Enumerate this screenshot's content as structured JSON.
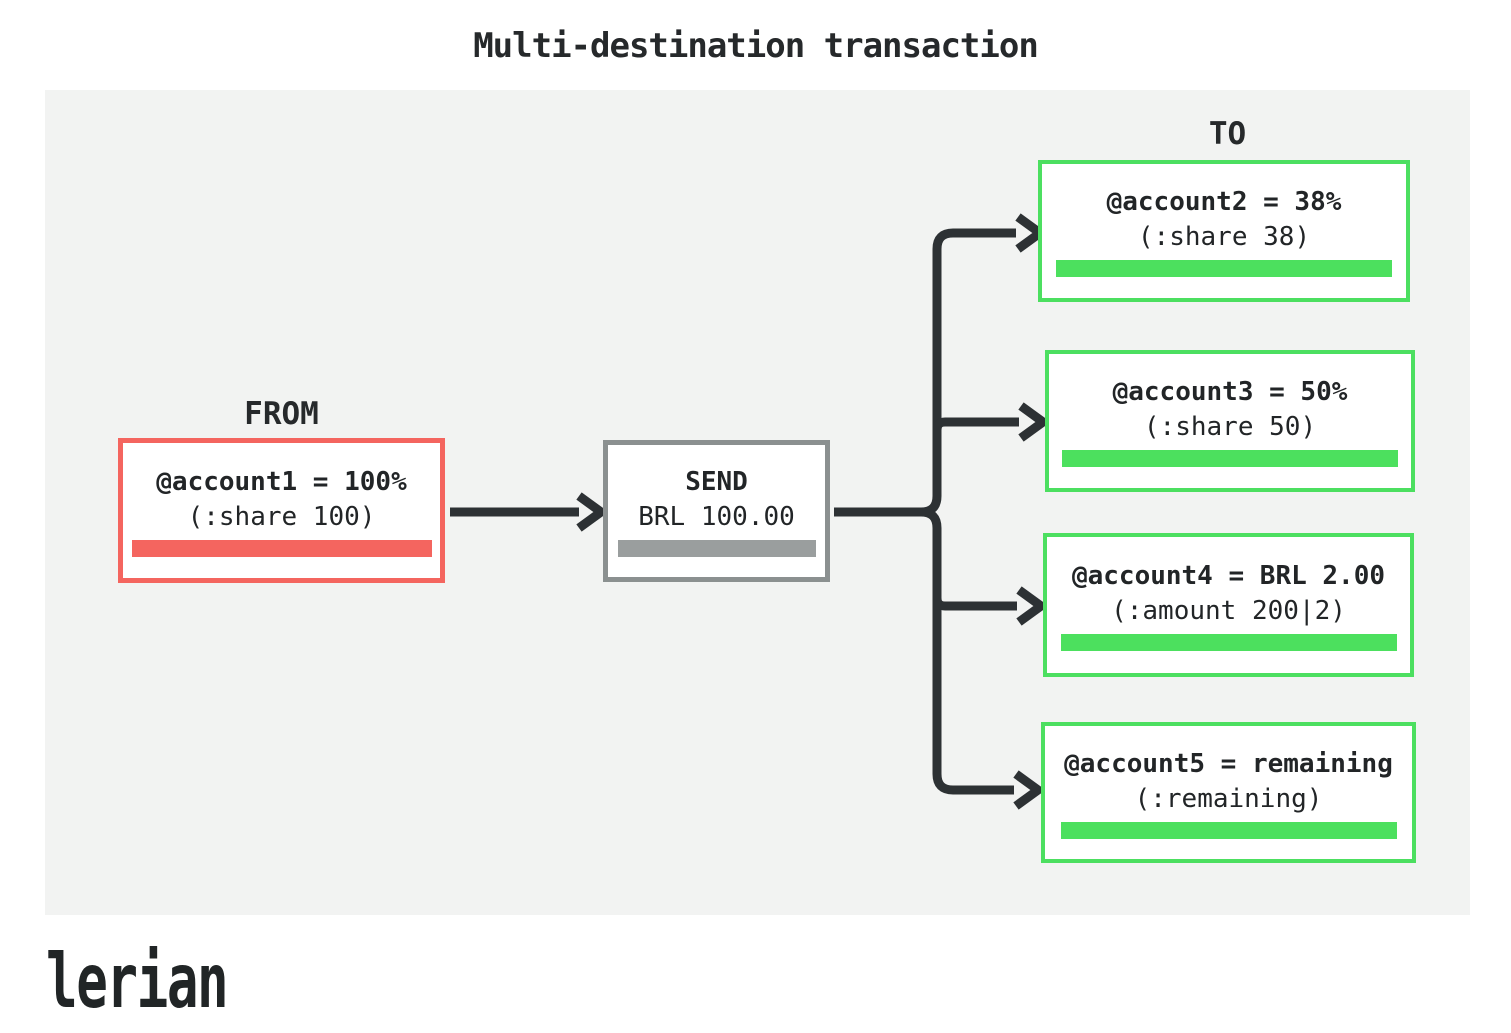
{
  "title": "Multi-destination transaction",
  "diagram": {
    "from_label": "FROM",
    "to_label": "TO",
    "from_node": {
      "line1": "@account1 = 100%",
      "line2": "(:share 100)"
    },
    "send_node": {
      "line1": "SEND",
      "line2": "BRL 100.00"
    },
    "to_nodes": [
      {
        "line1": "@account2 = 38%",
        "line2": "(:share 38)"
      },
      {
        "line1": "@account3 = 50%",
        "line2": "(:share 50)"
      },
      {
        "line1": "@account4 = BRL 2.00",
        "line2": "(:amount 200|2)"
      },
      {
        "line1": "@account5 = remaining",
        "line2": "(:remaining)"
      }
    ]
  },
  "colors": {
    "from_accent": "#f4655f",
    "send_border": "#8b9090",
    "send_bar": "#9a9e9e",
    "to_accent": "#4ce05e",
    "connector": "#2d3134",
    "panel_background": "#f2f3f2",
    "text": "#222527"
  },
  "footer": {
    "logo_text": "lerian"
  }
}
